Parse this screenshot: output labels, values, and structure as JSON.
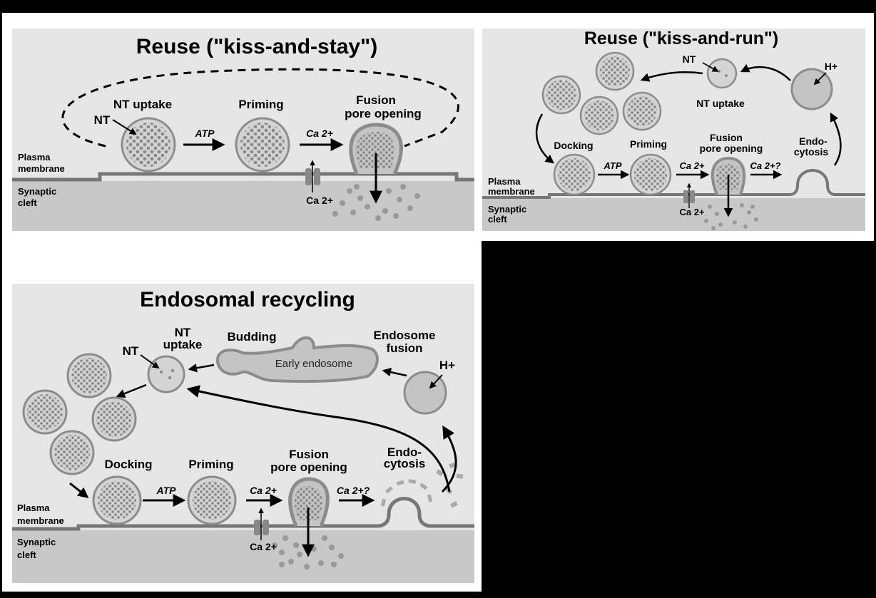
{
  "panel_a": {
    "title": "Reuse  (\"kiss-and-stay\")",
    "nt": "NT",
    "nt_uptake": "NT uptake",
    "priming": "Priming",
    "fusion_l1": "Fusion",
    "fusion_l2": "pore opening",
    "atp": "ATP",
    "ca_arrow": "Ca 2+",
    "ca_channel": "Ca 2+",
    "plasma_l1": "Plasma",
    "plasma_l2": "membrane",
    "cleft_l1": "Synaptic",
    "cleft_l2": "cleft"
  },
  "panel_b": {
    "title": "Reuse  (\"kiss-and-run\")",
    "nt": "NT",
    "nt_uptake": "NT uptake",
    "h": "H+",
    "docking": "Docking",
    "priming": "Priming",
    "fusion_l1": "Fusion",
    "fusion_l2": "pore opening",
    "endo_l1": "Endo-",
    "endo_l2": "cytosis",
    "atp": "ATP",
    "ca_arrow": "Ca 2+",
    "ca_q": "Ca 2+?",
    "ca_channel": "Ca 2+",
    "plasma_l1": "Plasma",
    "plasma_l2": "membrane",
    "cleft_l1": "Synaptic",
    "cleft_l2": "cleft"
  },
  "panel_c": {
    "title": "Endosomal  recycling",
    "nt": "NT",
    "nt_uptake_l1": "NT",
    "nt_uptake_l2": "uptake",
    "budding": "Budding",
    "early_endosome": "Early endosome",
    "endo_fusion_l1": "Endosome",
    "endo_fusion_l2": "fusion",
    "h": "H+",
    "docking": "Docking",
    "priming": "Priming",
    "fusion_l1": "Fusion",
    "fusion_l2": "pore opening",
    "endo_l1": "Endo-",
    "endo_l2": "cytosis",
    "atp": "ATP",
    "ca_arrow": "Ca 2+",
    "ca_q": "Ca 2+?",
    "ca_channel": "Ca 2+",
    "plasma_l1": "Plasma",
    "plasma_l2": "membrane",
    "cleft_l1": "Synaptic",
    "cleft_l2": "cleft"
  }
}
